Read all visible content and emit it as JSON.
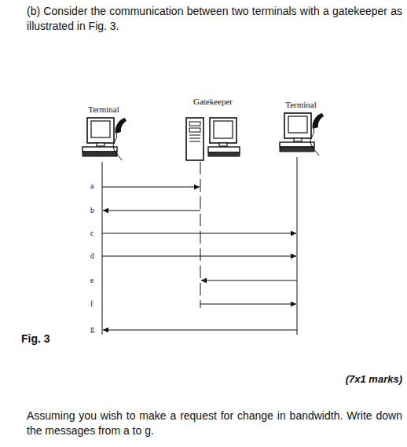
{
  "diagram": {
    "caption": "Fig. 3",
    "nodes": [
      {
        "text": [
          "Terminal"
        ]
      },
      {
        "text": [
          "Gatekeeper"
        ]
      },
      {
        "text": [
          "Terminal"
        ]
      }
    ],
    "edges": [
      {
        "from": 0,
        "to": 1,
        "arrow": "to"
      },
      {
        "from": 1,
        "to": 0,
        "arrow": "to"
      },
      {
        "from": 0,
        "to": 2,
        "arrow": "to"
      },
      {
        "from": 0,
        "to": 2,
        "arrow": "to"
      },
      {
        "from": 2,
        "to": 1,
        "arrow": "to"
      },
      {
        "from": 1,
        "to": 2,
        "arrow": "to"
      },
      {
        "from": 2,
        "to": 0,
        "arrow": "to"
      }
    ],
    "labels": [
      "(b) Consider the communication between two terminals with a gatekeeper as illustrated in Fig. 3.",
      "a",
      "b",
      "c",
      "d",
      "e",
      "f",
      "g",
      "(7x1 marks)",
      "Assuming you wish to make a request for change in bandwidth. Write down the messages from a to g."
    ]
  }
}
